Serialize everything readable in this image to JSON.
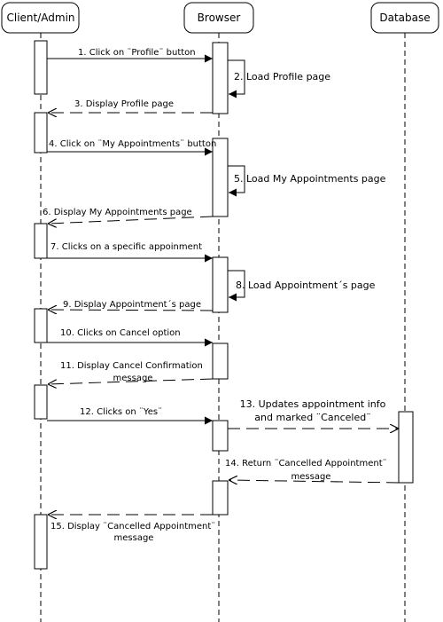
{
  "actors": [
    {
      "id": "client",
      "label": "Client/Admin"
    },
    {
      "id": "browser",
      "label": "Browser"
    },
    {
      "id": "database",
      "label": "Database"
    }
  ],
  "messages": [
    {
      "id": "m1",
      "label": "1. Click on ¨Profile¨ button"
    },
    {
      "id": "m2",
      "label": "2. Load Profile page"
    },
    {
      "id": "m3",
      "label": "3. Display Profile page"
    },
    {
      "id": "m4",
      "label": "4. Click on ¨My Appointments¨ button"
    },
    {
      "id": "m5",
      "label": "5. Load My Appointments page"
    },
    {
      "id": "m6",
      "label": "6. Display My Appointments page"
    },
    {
      "id": "m7",
      "label": "7. Clicks on a specific appoinment"
    },
    {
      "id": "m8",
      "label": "8. Load Appointment´s page"
    },
    {
      "id": "m9",
      "label": "9. Display Appointment´s page"
    },
    {
      "id": "m10",
      "label": "10. Clicks on Cancel option"
    },
    {
      "id": "m11",
      "lines": [
        "11. Display Cancel Confirmation",
        "message"
      ]
    },
    {
      "id": "m12",
      "label": "12. Clicks on ¨Yes¨"
    },
    {
      "id": "m13",
      "lines": [
        "13. Updates appointment info",
        "and marked ¨Canceled¨"
      ]
    },
    {
      "id": "m14",
      "lines": [
        "14. Return ¨Cancelled Appointment¨",
        "message"
      ]
    },
    {
      "id": "m15",
      "lines": [
        "15. Display ¨Cancelled Appointment¨",
        "message"
      ]
    }
  ]
}
